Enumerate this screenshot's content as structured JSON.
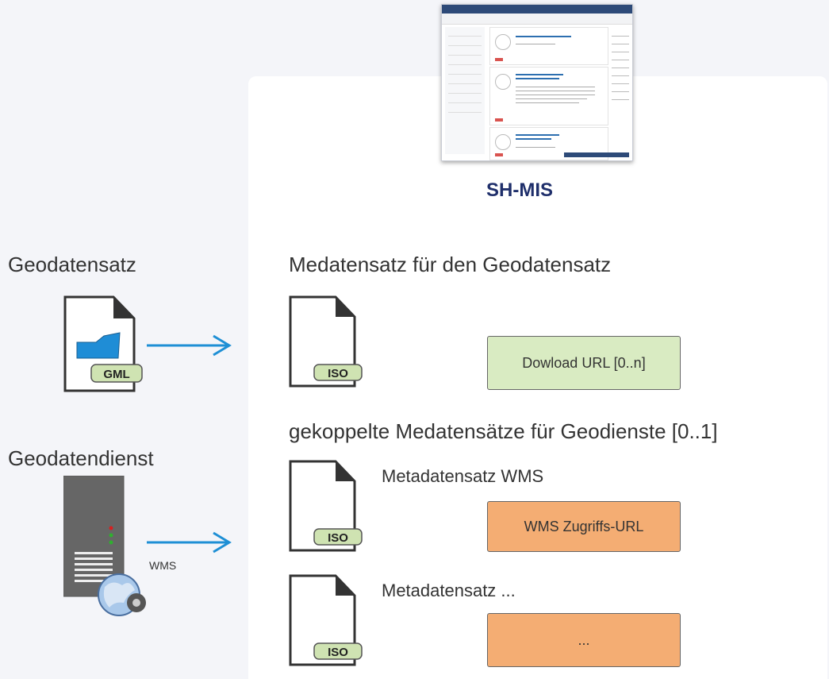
{
  "left": {
    "geodatensatz_label": "Geodatensatz",
    "geodatendienst_label": "Geodatendienst",
    "gml_tag": "GML",
    "wms_arrow_label": "WMS"
  },
  "panel": {
    "title": "SH-MIS",
    "medatensatz_heading": "Medatensatz für den Geodatensatz",
    "iso_tag": "ISO",
    "download_box": "Dowload URL [0..n]",
    "gekoppelte_heading": "gekoppelte Medatensätze für Geodienste [0..1]",
    "wms_metadata_label": "Metadatensatz WMS",
    "wms_url_box": "WMS Zugriffs-URL",
    "other_metadata_label": "Metadatensatz ...",
    "other_box": "..."
  },
  "colors": {
    "title": "#1f2f6b",
    "arrow": "#1e8fd5",
    "green_box": "#d9ebc2",
    "orange_box": "#f4ad73",
    "iso_tag": "#cfe3b2"
  }
}
